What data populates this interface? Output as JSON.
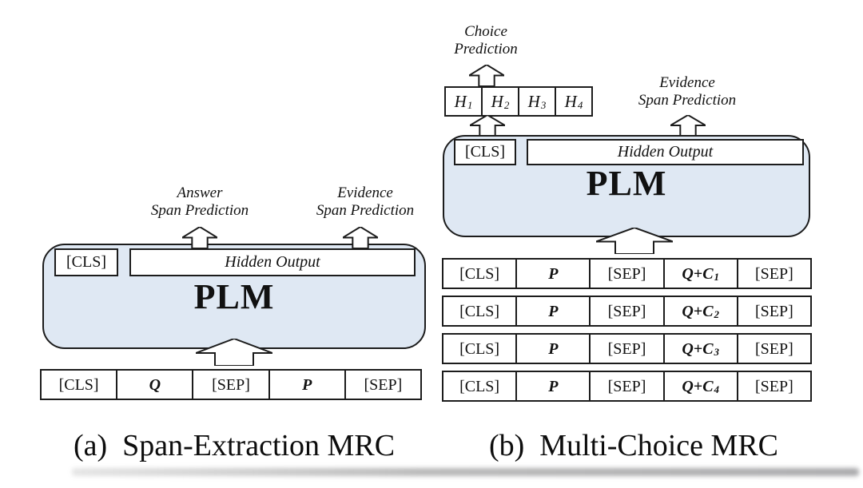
{
  "colors": {
    "plm_fill": "#dfe8f3",
    "line": "#1c1c1c"
  },
  "panel_a": {
    "caption": "(a)  Span-Extraction MRC",
    "answer_label_line1": "Answer",
    "answer_label_line2": "Span Prediction",
    "evidence_label_line1": "Evidence",
    "evidence_label_line2": "Span Prediction",
    "cls_token": "[CLS]",
    "hidden_output_label": "Hidden Output",
    "plm_label": "PLM",
    "input_row": [
      {
        "text": "[CLS]"
      },
      {
        "text": "Q",
        "variable": true
      },
      {
        "text": "[SEP]"
      },
      {
        "text": "P",
        "variable": true
      },
      {
        "text": "[SEP]"
      }
    ]
  },
  "panel_b": {
    "caption": "(b)  Multi-Choice MRC",
    "choice_label_line1": "Choice",
    "choice_label_line2": "Prediction",
    "evidence_label_line1": "Evidence",
    "evidence_label_line2": "Span Prediction",
    "h_row": [
      {
        "text": "H",
        "sub": "1"
      },
      {
        "text": "H",
        "sub": "2"
      },
      {
        "text": "H",
        "sub": "3"
      },
      {
        "text": "H",
        "sub": "4"
      }
    ],
    "cls_token": "[CLS]",
    "hidden_output_label": "Hidden Output",
    "plm_label": "PLM",
    "input_rows": {
      "row1": [
        {
          "text": "[CLS]"
        },
        {
          "text": "P",
          "variable": true
        },
        {
          "text": "[SEP]"
        },
        {
          "text": "Q+C",
          "sub": "1",
          "variable": true
        },
        {
          "text": "[SEP]"
        }
      ],
      "row2": [
        {
          "text": "[CLS]"
        },
        {
          "text": "P",
          "variable": true
        },
        {
          "text": "[SEP]"
        },
        {
          "text": "Q+C",
          "sub": "2",
          "variable": true
        },
        {
          "text": "[SEP]"
        }
      ],
      "row3": [
        {
          "text": "[CLS]"
        },
        {
          "text": "P",
          "variable": true
        },
        {
          "text": "[SEP]"
        },
        {
          "text": "Q+C",
          "sub": "3",
          "variable": true
        },
        {
          "text": "[SEP]"
        }
      ],
      "row4": [
        {
          "text": "[CLS]"
        },
        {
          "text": "P",
          "variable": true
        },
        {
          "text": "[SEP]"
        },
        {
          "text": "Q+C",
          "sub": "4",
          "variable": true
        },
        {
          "text": "[SEP]"
        }
      ]
    }
  }
}
